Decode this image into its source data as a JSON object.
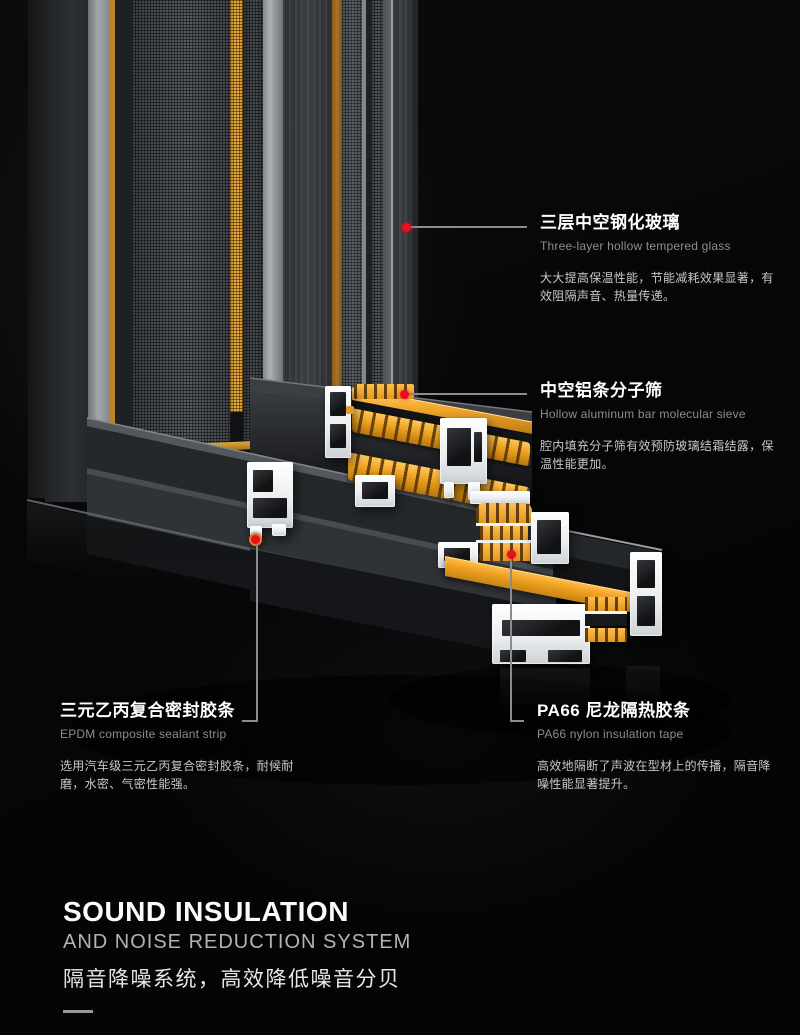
{
  "poster": {
    "background": "#060607",
    "accent_red": "#e8101c",
    "gold": "#f0a32a",
    "aluminum_white": "#eef0f2",
    "leader_gray": "#8a8c8e"
  },
  "callouts": {
    "glass": {
      "title": "三层中空钢化玻璃",
      "subtitle": "Three-layer hollow tempered glass",
      "desc": "大大提高保温性能，节能减耗效果显著，有效阻隔声音、热量传递。"
    },
    "spacer": {
      "title": "中空铝条分子筛",
      "subtitle": "Hollow aluminum bar molecular sieve",
      "desc": "腔内填充分子筛有效预防玻璃结霜结露，保温性能更加。"
    },
    "epdm": {
      "title": "三元乙丙复合密封胶条",
      "subtitle": "EPDM composite sealant strip",
      "desc": "选用汽车级三元乙丙复合密封胶条，耐候耐磨，水密、气密性能强。"
    },
    "pa66": {
      "title": "PA66 尼龙隔热胶条",
      "subtitle": "PA66 nylon insulation tape",
      "desc": "高效地隔断了声波在型材上的传播，隔音降噪性能显著提升。"
    }
  },
  "footer": {
    "en_line1": "SOUND INSULATION",
    "en_line2": "AND NOISE REDUCTION SYSTEM",
    "zh": "隔音降噪系统，高效降低噪音分贝"
  }
}
